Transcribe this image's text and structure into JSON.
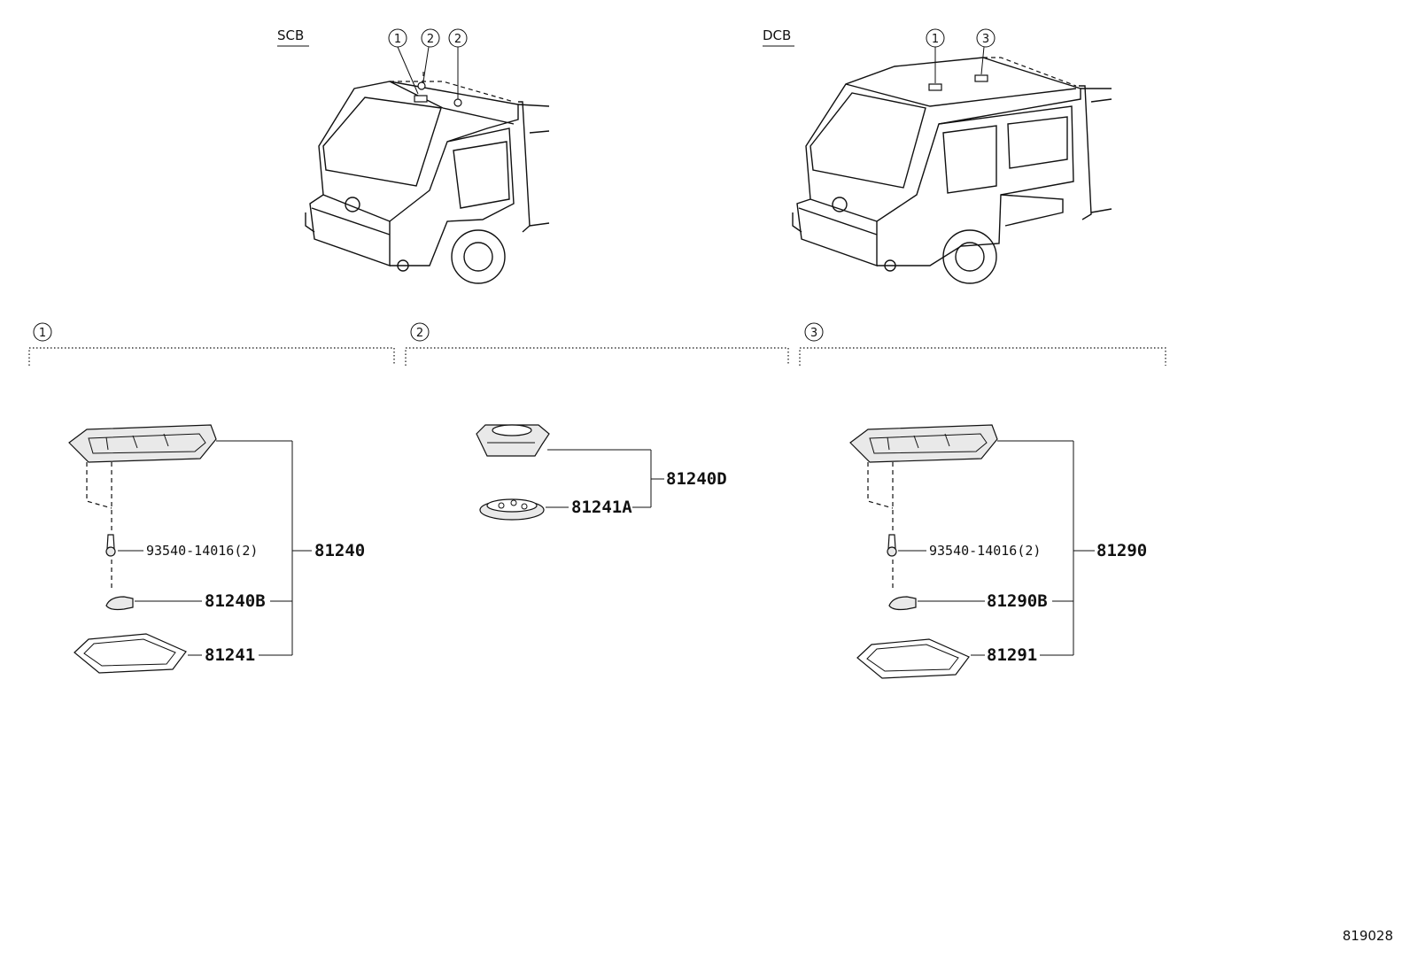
{
  "views": {
    "scb": {
      "label": "SCB",
      "callouts": [
        "1",
        "2",
        "2"
      ]
    },
    "dcb": {
      "label": "DCB",
      "callouts": [
        "1",
        "3"
      ]
    }
  },
  "groups": [
    {
      "id": "1",
      "parts": {
        "screw": "93540-14016(2)",
        "assembly": "81240",
        "bulb": "81240B",
        "lens": "81241"
      }
    },
    {
      "id": "2",
      "parts": {
        "assembly": "81240D",
        "lens": "81241A"
      }
    },
    {
      "id": "3",
      "parts": {
        "screw": "93540-14016(2)",
        "assembly": "81290",
        "bulb": "81290B",
        "lens": "81291"
      }
    }
  ],
  "figure_number": "819028"
}
